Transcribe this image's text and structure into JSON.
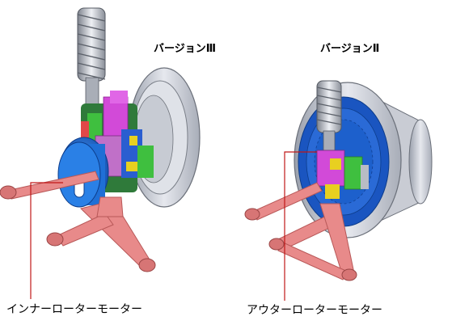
{
  "diagram": {
    "version_left_title": "バージョンⅢ",
    "version_right_title": "バージョンⅡ",
    "callout_inner": "インナーローターモーター",
    "callout_outer": "アウターローターモーター"
  },
  "colors": {
    "arm": "#e88a8a",
    "arm_dark": "#b85858",
    "spring": "#c8ccd2",
    "wheel": "#d5d8e0",
    "motor_blue": "#1f6fd6",
    "hub_blue": "#2a5ed0",
    "magenta": "#d24ad8",
    "green": "#3fbf3f",
    "yellow": "#e8d020",
    "callout_line": "#c01818"
  }
}
